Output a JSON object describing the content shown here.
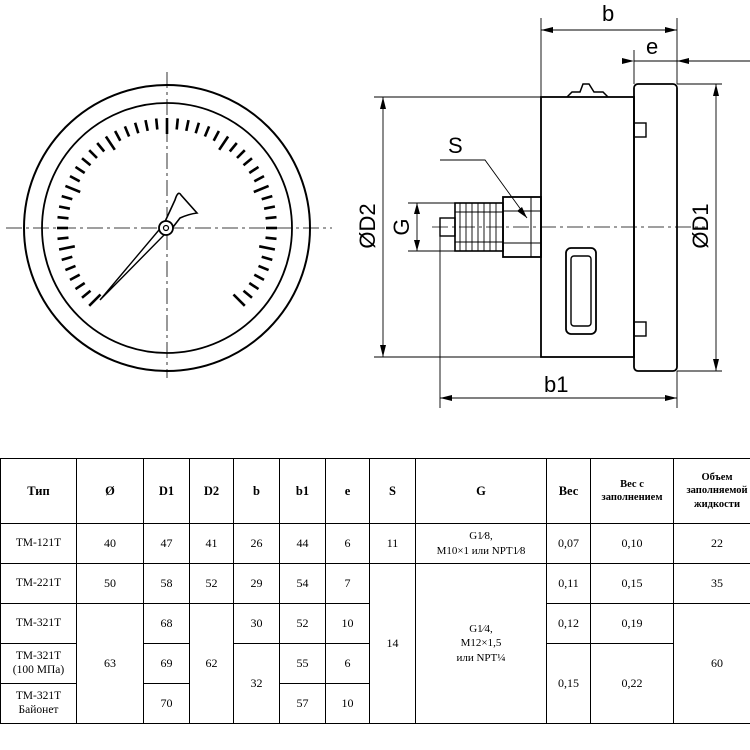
{
  "drawing": {
    "dim_labels": {
      "b": "b",
      "e": "e",
      "s": "S",
      "d2": "ØD2",
      "g": "G",
      "d1": "ØD1",
      "b1": "b1"
    }
  },
  "table": {
    "headers": {
      "type": "Тип",
      "diameter": "Ø",
      "d1": "D1",
      "d2": "D2",
      "b": "b",
      "b1": "b1",
      "e": "e",
      "s": "S",
      "g": "G",
      "weight": "Вес",
      "weight_filled_1": "Вес с",
      "weight_filled_2": "заполнением",
      "volume_1": "Объем",
      "volume_2": "заполняемой",
      "volume_3": "жидкости"
    },
    "rows": [
      {
        "type_1": "ТМ-121Т",
        "type_2": "",
        "diameter": "40",
        "d1": "47",
        "d2": "41",
        "b": "26",
        "b1": "44",
        "e": "6",
        "s": "11",
        "g_1": "G1⁄8,",
        "g_2": "M10×1 или NPT1⁄8",
        "weight": "0,07",
        "weight_filled": "0,10",
        "volume": "22"
      },
      {
        "type_1": "ТМ-221Т",
        "type_2": "",
        "diameter": "50",
        "d1": "58",
        "d2": "52",
        "b": "29",
        "b1": "54",
        "e": "7",
        "weight": "0,11",
        "weight_filled": "0,15",
        "volume": "35"
      },
      {
        "type_1": "ТМ-321Т",
        "type_2": "",
        "d1": "68",
        "b": "30",
        "b1": "52",
        "e": "10",
        "weight": "0,12",
        "weight_filled": "0,19"
      },
      {
        "type_1": "ТМ-321Т",
        "type_2": "(100 МПа)",
        "d1": "69",
        "b1": "55",
        "e": "6"
      },
      {
        "type_1": "ТМ-321Т",
        "type_2": "Байонет",
        "d1": "70",
        "b1": "57",
        "e": "10"
      }
    ],
    "merged": {
      "diameter_63": "63",
      "d2_62": "62",
      "b_32": "32",
      "s_14": "14",
      "g_1": "G1⁄4,",
      "g_2": "M12×1,5",
      "g_3": "или NPT¼",
      "weight_015": "0,15",
      "weight_filled_022": "0,22",
      "volume_60": "60"
    }
  }
}
